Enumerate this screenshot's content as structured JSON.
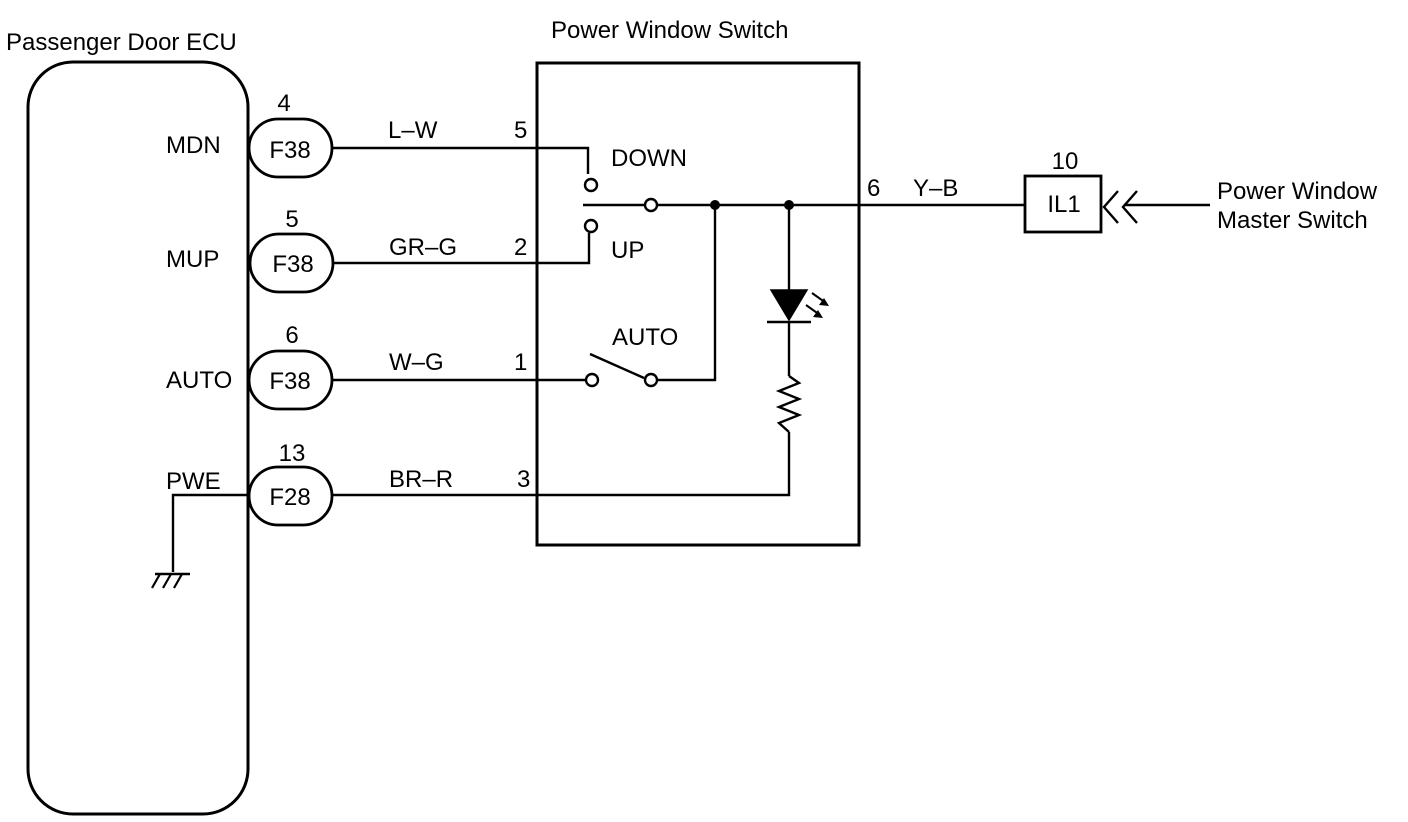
{
  "ecu": {
    "title": "Passenger Door ECU",
    "pins": [
      "MDN",
      "MUP",
      "AUTO",
      "PWE"
    ]
  },
  "switch": {
    "title": "Power Window Switch",
    "contacts": {
      "down": "DOWN",
      "up": "UP",
      "auto": "AUTO"
    },
    "pins": [
      "5",
      "2",
      "1",
      "3"
    ],
    "output_pin": "6"
  },
  "connectors": [
    {
      "pin": "4",
      "code": "F38",
      "wire": "L–W"
    },
    {
      "pin": "5",
      "code": "F38",
      "wire": "GR–G"
    },
    {
      "pin": "6",
      "code": "F38",
      "wire": "W–G"
    },
    {
      "pin": "13",
      "code": "F28",
      "wire": "BR–R"
    }
  ],
  "output": {
    "wire": "Y–B",
    "connector_pin": "10",
    "connector_code": "IL1",
    "destination_line1": "Power Window",
    "destination_line2": "Master Switch"
  },
  "icons": [
    "ground-icon",
    "led-icon",
    "resistor-icon",
    "connector-arrow-icon"
  ]
}
